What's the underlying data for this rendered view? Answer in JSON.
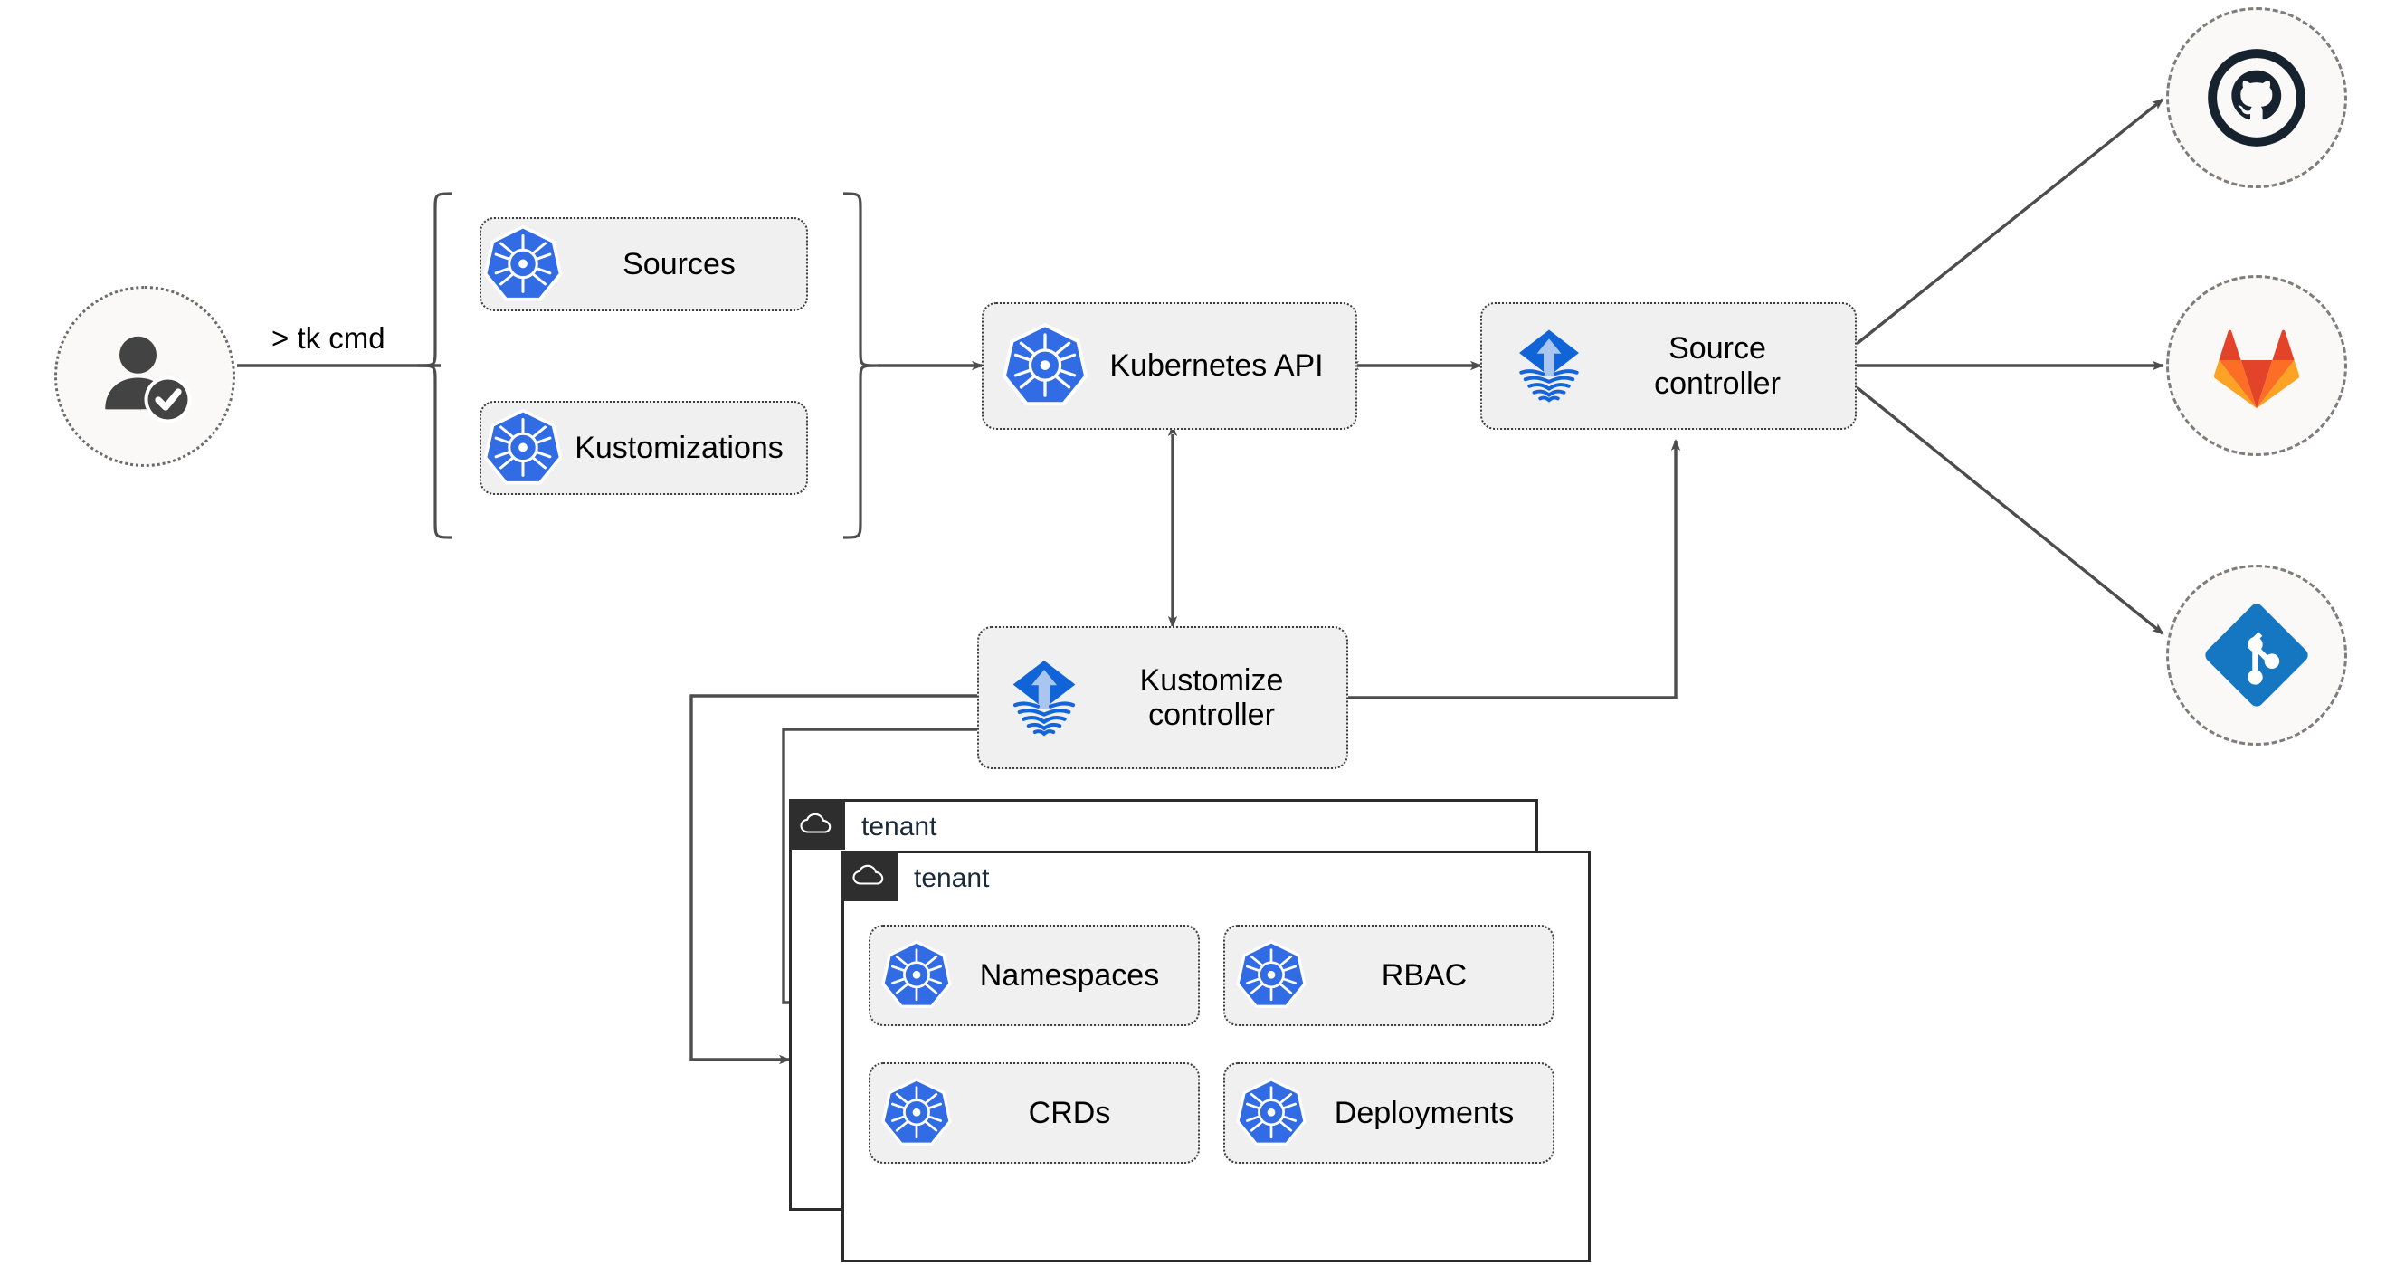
{
  "diagram": {
    "title": "Flux multi-tenancy GitOps architecture",
    "colors": {
      "kubernetes_blue": "#326CE5",
      "flux_blue": "#1064D8",
      "flux_arrow": "#A8C6F0",
      "github_dark": "#16232E",
      "gitlab_red": "#E24329",
      "gitlab_orange": "#FC6D26",
      "gitlab_light_orange": "#FCA326",
      "git_blue": "#1577C1",
      "wire_gray": "#4D4D4D",
      "node_fill": "#F0F0F0",
      "node_border": "#3B3B3B",
      "tenant_tab": "#2E2E2E",
      "circle_fill": "#FAF9F7"
    }
  },
  "actor": {
    "name": "user",
    "icon": "user-verified-icon",
    "command_label": "> tk cmd"
  },
  "resource_group": {
    "bracket": "curly-brace",
    "items": [
      {
        "label": "Sources",
        "icon": "kubernetes-icon"
      },
      {
        "label": "Kustomizations",
        "icon": "kubernetes-icon"
      }
    ]
  },
  "cluster": {
    "api": {
      "label": "Kubernetes API",
      "icon": "kubernetes-icon"
    },
    "source_controller": {
      "label": "Source\ncontroller",
      "icon": "flux-icon"
    },
    "kustomize_controller": {
      "label": "Kustomize\ncontroller",
      "icon": "flux-icon"
    }
  },
  "providers": [
    {
      "name": "GitHub",
      "icon": "github-icon"
    },
    {
      "name": "GitLab",
      "icon": "gitlab-icon"
    },
    {
      "name": "Git",
      "icon": "git-icon"
    }
  ],
  "tenants": [
    {
      "label": "tenant",
      "icon": "cloud-icon",
      "resources": []
    },
    {
      "label": "tenant",
      "icon": "cloud-icon",
      "resources": [
        {
          "label": "Namespaces",
          "icon": "kubernetes-icon"
        },
        {
          "label": "RBAC",
          "icon": "kubernetes-icon"
        },
        {
          "label": "CRDs",
          "icon": "kubernetes-icon"
        },
        {
          "label": "Deployments",
          "icon": "kubernetes-icon"
        }
      ]
    }
  ],
  "connections": [
    {
      "from": "user",
      "to": "resource-group",
      "style": "plain"
    },
    {
      "from": "resource-group",
      "to": "kubernetes-api",
      "style": "arrow"
    },
    {
      "from": "kubernetes-api",
      "to": "source-controller",
      "style": "bidirectional"
    },
    {
      "from": "kubernetes-api",
      "to": "kustomize-controller",
      "style": "bidirectional"
    },
    {
      "from": "kustomize-controller",
      "to": "source-controller",
      "style": "arrow"
    },
    {
      "from": "source-controller",
      "to": "GitHub",
      "style": "arrow"
    },
    {
      "from": "source-controller",
      "to": "GitLab",
      "style": "arrow"
    },
    {
      "from": "source-controller",
      "to": "Git",
      "style": "arrow"
    },
    {
      "from": "kustomize-controller",
      "to": "tenant-outer",
      "style": "arrow"
    },
    {
      "from": "kustomize-controller",
      "to": "tenant-inner",
      "style": "arrow"
    }
  ]
}
